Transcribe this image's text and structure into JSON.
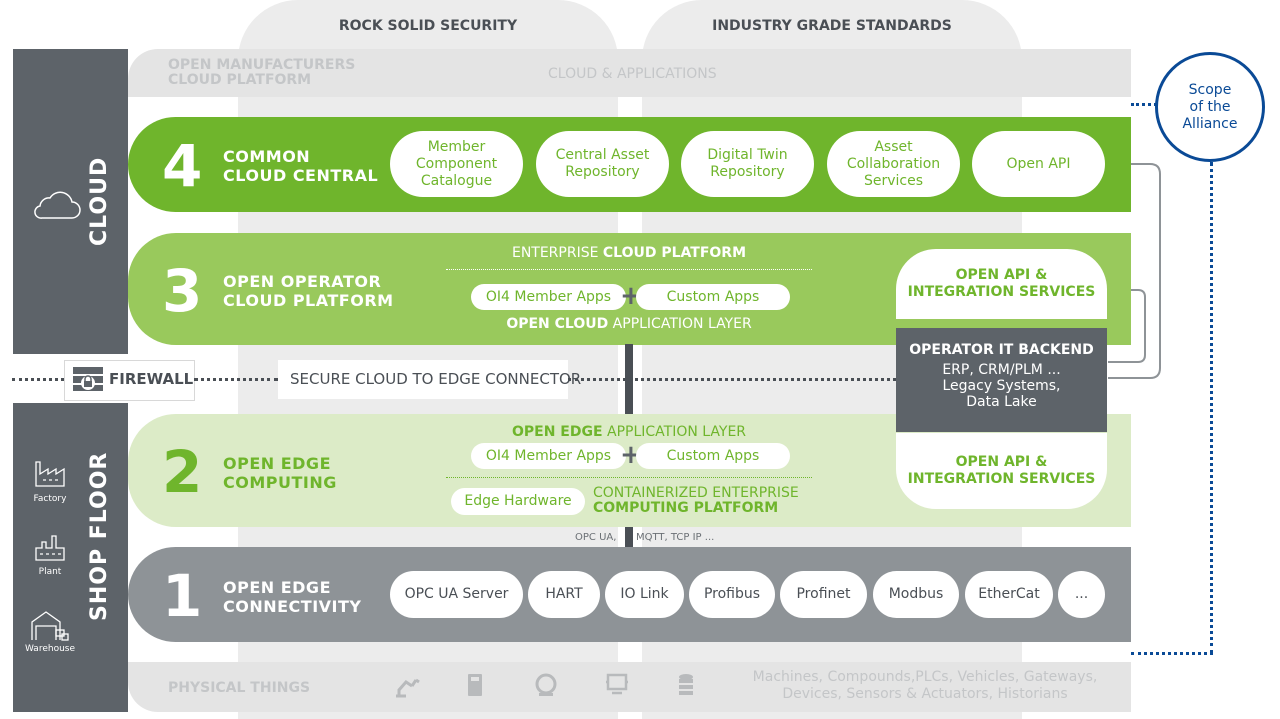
{
  "columns": {
    "left": "ROCK SOLID SECURITY",
    "right": "INDUSTRY GRADE STANDARDS"
  },
  "top_bar": {
    "title_line1": "OPEN MANUFACTURERS",
    "title_line2": "CLOUD PLATFORM",
    "center": "CLOUD & APPLICATIONS"
  },
  "sidebar": {
    "cloud_label": "CLOUD",
    "shop_label": "SHOP FLOOR",
    "icons": [
      {
        "icon": "factory-icon",
        "label": "Factory"
      },
      {
        "icon": "plant-icon",
        "label": "Plant"
      },
      {
        "icon": "warehouse-icon",
        "label": "Warehouse"
      }
    ]
  },
  "scope": {
    "line1": "Scope",
    "line2": "of the",
    "line3": "Alliance"
  },
  "layer4": {
    "number": "4",
    "title_line1": "COMMON",
    "title_line2": "CLOUD CENTRAL",
    "items": [
      [
        "Member",
        "Component",
        "Catalogue"
      ],
      [
        "Central Asset",
        "Repository"
      ],
      [
        "Digital Twin",
        "Repository"
      ],
      [
        "Asset",
        "Collaboration",
        "Services"
      ],
      [
        "Open API"
      ]
    ]
  },
  "layer3": {
    "number": "3",
    "title_line1": "OPEN OPERATOR",
    "title_line2": "CLOUD PLATFORM",
    "enterprise_pre": "ENTERPRISE ",
    "enterprise_bold": "CLOUD PLATFORM",
    "app1": "OI4 Member Apps",
    "app2": "Custom Apps",
    "layer_bold": "OPEN CLOUD",
    "layer_rest": " APPLICATION LAYER",
    "api_line1": "OPEN API &",
    "api_line2": "INTEGRATION SERVICES"
  },
  "firewall": {
    "label": "FIREWALL",
    "connector": "SECURE CLOUD TO EDGE CONNECTOR"
  },
  "backend": {
    "title": "OPERATOR IT BACKEND",
    "line1": "ERP, CRM/PLM ...",
    "line2": "Legacy Systems,",
    "line3": "Data Lake"
  },
  "layer2": {
    "number": "2",
    "title_line1": "OPEN EDGE",
    "title_line2": "COMPUTING",
    "layer_bold": "OPEN EDGE",
    "layer_rest": " APPLICATION LAYER",
    "app1": "OI4 Member Apps",
    "app2": "Custom Apps",
    "hardware": "Edge Hardware",
    "container_line1": "CONTAINERIZED ENTERPRISE",
    "container_line2": "COMPUTING PLATFORM",
    "api_line1": "OPEN API &",
    "api_line2": "INTEGRATION SERVICES"
  },
  "protocols_note": {
    "left": "OPC UA,",
    "right": "MQTT, TCP IP ..."
  },
  "layer1": {
    "number": "1",
    "title_line1": "OPEN EDGE",
    "title_line2": "CONNECTIVITY",
    "items": [
      "OPC UA Server",
      "HART",
      "IO Link",
      "Profibus",
      "Profinet",
      "Modbus",
      "EtherCat",
      "..."
    ]
  },
  "bottom_bar": {
    "title": "PHYSICAL THINGS",
    "desc_line1": "Machines, Compounds,PLCs, Vehicles, Gateways,",
    "desc_line2": "Devices, Sensors & Actuators, Historians"
  },
  "colors": {
    "dark_green": "#6fb52c",
    "mid_green": "#99c95c",
    "light_green": "#dcebc7",
    "grey": "#8e9397",
    "dark": "#5d6369",
    "blue": "#0a4a96"
  }
}
